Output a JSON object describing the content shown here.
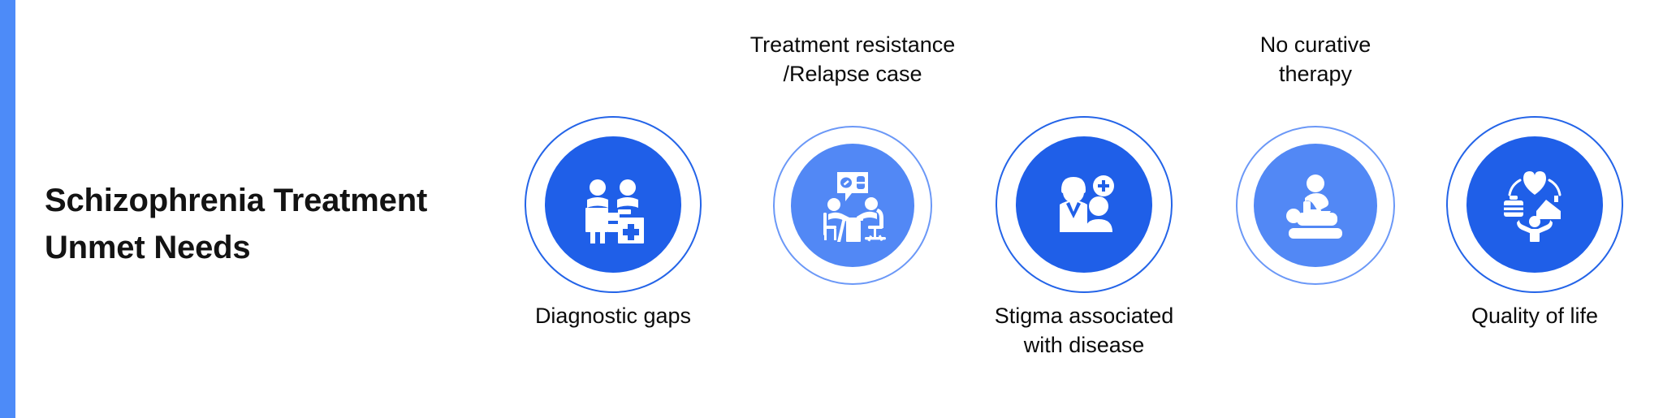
{
  "slide": {
    "title_lines": [
      "Schizophrenia Treatment",
      "Unmet Needs"
    ],
    "background_color": "#ffffff",
    "accent_bar_color": "#4d8bf8"
  },
  "colors": {
    "dark_blue": "#1f5fe8",
    "light_blue": "#5288f5",
    "ring_dark": "#2464e8",
    "ring_light": "#6b98f7",
    "text": "#0b0b0b"
  },
  "nodes": [
    {
      "id": "diagnostic-gaps",
      "label_lines": [
        "Diagnostic gaps"
      ],
      "label_position": "below",
      "icon": "reception-desk-consultation-icon",
      "disc_color": "#1f5fe8",
      "ring_color": "#2464e8",
      "size": "large"
    },
    {
      "id": "treatment-resistance-relapse",
      "label_lines": [
        "Treatment resistance",
        "/Relapse case"
      ],
      "label_position": "above",
      "icon": "doctor-patient-desk-medication-icon",
      "disc_color": "#5288f5",
      "ring_color": "#6b98f7",
      "size": "small"
    },
    {
      "id": "stigma-associated-with-disease",
      "label_lines": [
        "Stigma associated",
        "with disease"
      ],
      "label_position": "below",
      "icon": "doctor-patient-plus-badge-icon",
      "disc_color": "#1f5fe8",
      "ring_color": "#2464e8",
      "size": "large"
    },
    {
      "id": "no-curative-therapy",
      "label_lines": [
        "No curative",
        "therapy"
      ],
      "label_position": "above",
      "icon": "therapy-table-treatment-icon",
      "disc_color": "#5288f5",
      "ring_color": "#6b98f7",
      "size": "small"
    },
    {
      "id": "quality-of-life",
      "label_lines": [
        "Quality of life"
      ],
      "label_position": "below",
      "icon": "quality-of-life-heart-home-work-icon",
      "disc_color": "#1f5fe8",
      "ring_color": "#2464e8",
      "size": "large"
    }
  ]
}
